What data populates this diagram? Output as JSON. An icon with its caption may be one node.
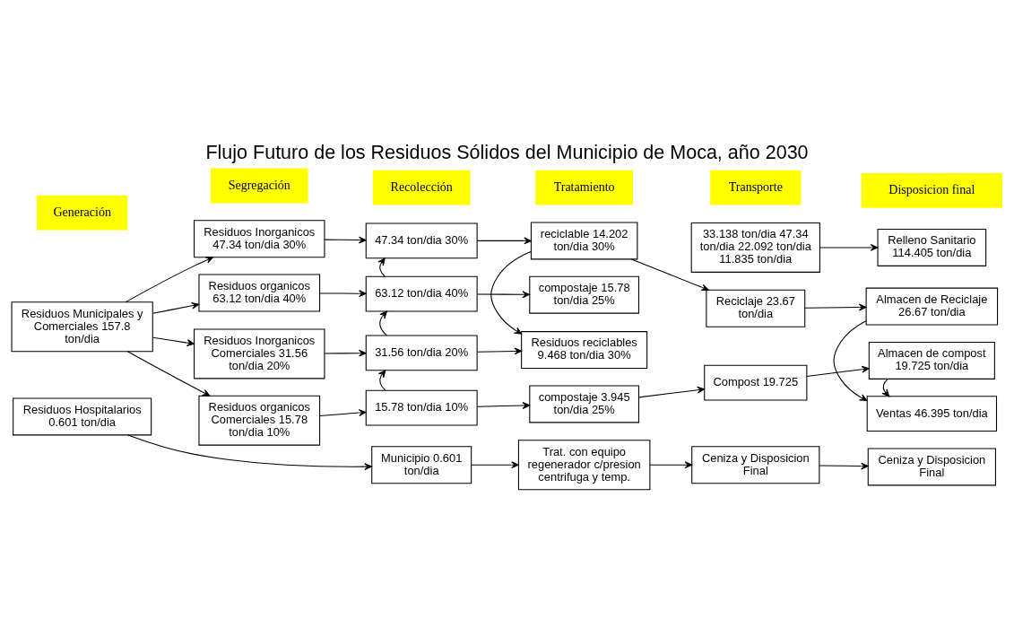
{
  "diagram": {
    "title": "Flujo Futuro de los Residuos Sólidos del Municipio de Moca, año 2030",
    "nodes": [
      {
        "text": [
          "Residuos Municipales y Comerciales 157.8 ton/dia"
        ]
      },
      {
        "text": [
          "Residuos Inorganicos 47.34 ton/dia 30%"
        ]
      },
      {
        "text": [
          "Residuos organicos 63.12 ton/dia 40%"
        ]
      },
      {
        "text": [
          "Residuos Inorganicos Comerciales 31.56 ton/dia 20%"
        ]
      },
      {
        "text": [
          "Residuos organicos Comerciales 15.78 ton/dia 10%"
        ]
      },
      {
        "text": [
          "Residuos Hospitalarios 0.601 ton/dia"
        ]
      },
      {
        "text": [
          "47.34 ton/dia 30%"
        ]
      },
      {
        "text": [
          "63.12 ton/dia 40%"
        ]
      },
      {
        "text": [
          "31.56 ton/dia 20%"
        ]
      },
      {
        "text": [
          "15.78 ton/dia 10%"
        ]
      },
      {
        "text": [
          "Municipio 0.601 ton/dia"
        ]
      },
      {
        "text": [
          "reciclable 14.202 ton/dia 30%"
        ]
      },
      {
        "text": [
          "compostaje 15.78 ton/dia 25%"
        ]
      },
      {
        "text": [
          "Residuos reciclables 9.468 ton/dia 30%"
        ]
      },
      {
        "text": [
          "compostaje 3.945 ton/dia 25%"
        ]
      },
      {
        "text": [
          "Trat. con equipo regenerador c/presion centrifuga y temp."
        ]
      },
      {
        "text": [
          "33.138 ton/dia 47.34 ton/dia 22.092 ton/dia 11.835 ton/dia"
        ]
      },
      {
        "text": [
          "Reciclaje 23.67 ton/dia"
        ]
      },
      {
        "text": [
          "Compost 19.725"
        ]
      },
      {
        "text": [
          "Ceniza y Disposicion Final"
        ]
      },
      {
        "text": [
          "Relleno Sanitario 114.405 ton/dia"
        ]
      },
      {
        "text": [
          "Almacen de Reciclaje 26.67 ton/dia"
        ]
      },
      {
        "text": [
          "Almacen de compost 19.725 ton/dia"
        ]
      },
      {
        "text": [
          "Ventas 46.395 ton/dia"
        ]
      },
      {
        "text": [
          "Ceniza y Disposicion Final"
        ]
      }
    ],
    "edges": [
      {
        "from": 0,
        "to": 1,
        "arrow": "to"
      },
      {
        "from": 0,
        "to": 2,
        "arrow": "to"
      },
      {
        "from": 0,
        "to": 3,
        "arrow": "to"
      },
      {
        "from": 0,
        "to": 4,
        "arrow": "to"
      },
      {
        "from": 1,
        "to": 6,
        "arrow": "to"
      },
      {
        "from": 2,
        "to": 7,
        "arrow": "to"
      },
      {
        "from": 3,
        "to": 8,
        "arrow": "to"
      },
      {
        "from": 4,
        "to": 9,
        "arrow": "to"
      },
      {
        "from": 5,
        "to": 10,
        "arrow": "to"
      },
      {
        "from": 7,
        "to": 6,
        "arrow": "to"
      },
      {
        "from": 8,
        "to": 7,
        "arrow": "to"
      },
      {
        "from": 9,
        "to": 8,
        "arrow": "to"
      },
      {
        "from": 6,
        "to": 11,
        "arrow": "to"
      },
      {
        "from": 7,
        "to": 12,
        "arrow": "to"
      },
      {
        "from": 8,
        "to": 13,
        "arrow": "to"
      },
      {
        "from": 9,
        "to": 14,
        "arrow": "to"
      },
      {
        "from": 10,
        "to": 15,
        "arrow": "to"
      },
      {
        "from": 11,
        "to": 17,
        "arrow": "to"
      },
      {
        "from": 11,
        "to": 13,
        "arrow": "to"
      },
      {
        "from": 14,
        "to": 18,
        "arrow": "to"
      },
      {
        "from": 15,
        "to": 19,
        "arrow": "to"
      },
      {
        "from": 16,
        "to": 20,
        "arrow": "to"
      },
      {
        "from": 17,
        "to": 21,
        "arrow": "to"
      },
      {
        "from": 18,
        "to": 22,
        "arrow": "to"
      },
      {
        "from": 22,
        "to": 23,
        "arrow": "to"
      },
      {
        "from": 21,
        "to": 23,
        "arrow": "to"
      },
      {
        "from": 19,
        "to": 24,
        "arrow": "to"
      }
    ],
    "labels": [
      "Generación",
      "Segregación",
      "Recolección",
      "Tratamiento",
      "Transporte",
      "Disposicion final"
    ]
  }
}
